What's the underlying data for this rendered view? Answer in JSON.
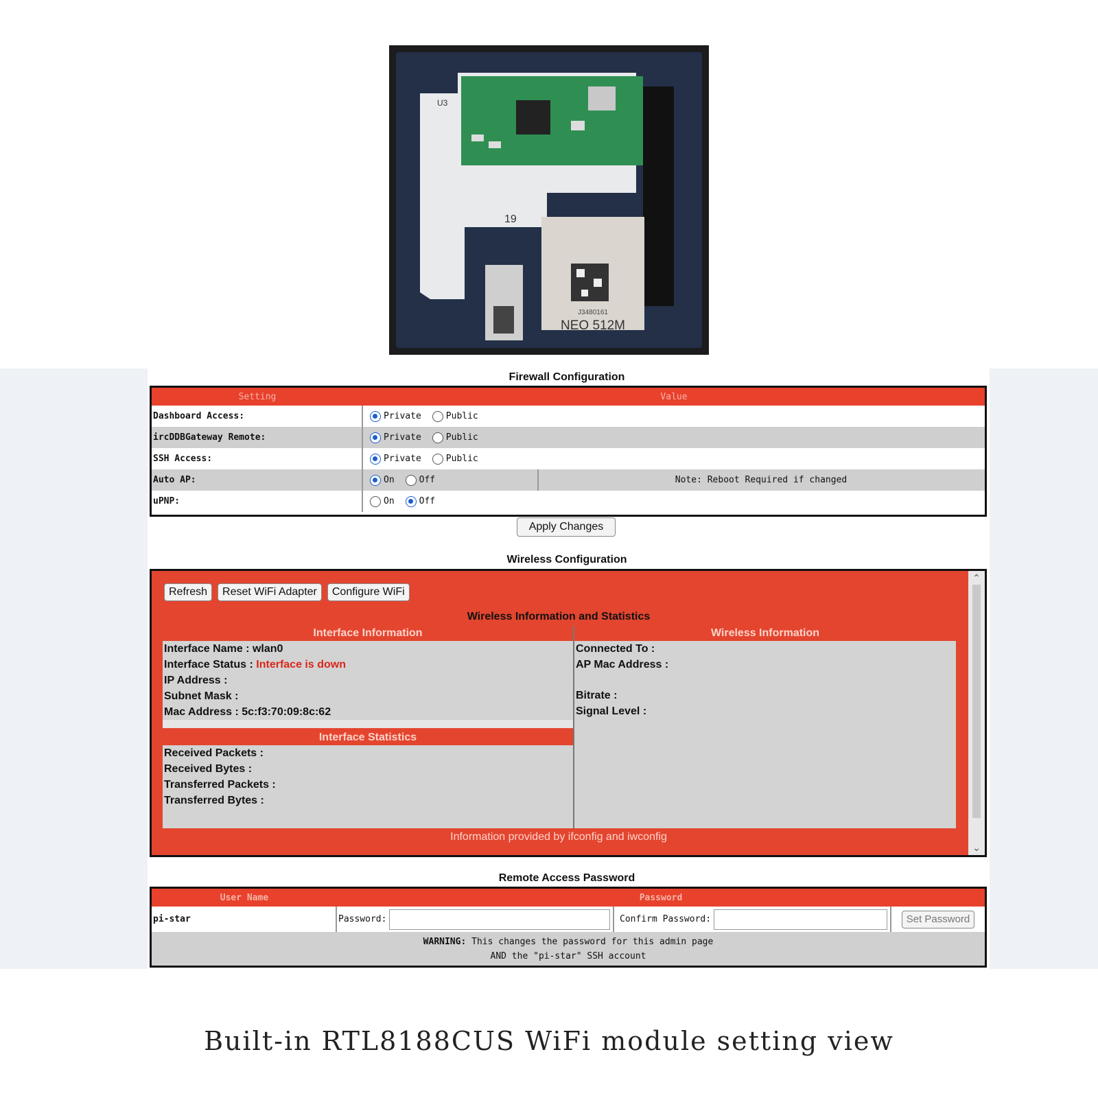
{
  "photo": {
    "chip_label": "NEO 512M",
    "chip_serial": "J3480161",
    "pin_label": "U3",
    "silk_label": "19"
  },
  "firewall": {
    "title": "Firewall Configuration",
    "headers": [
      "Setting",
      "Value"
    ],
    "rows": [
      {
        "label": "Dashboard Access:",
        "opt1": "Private",
        "opt2": "Public",
        "selected": 1
      },
      {
        "label": "ircDDBGateway Remote:",
        "opt1": "Private",
        "opt2": "Public",
        "selected": 1
      },
      {
        "label": "SSH Access:",
        "opt1": "Private",
        "opt2": "Public",
        "selected": 1
      },
      {
        "label": "Auto AP:",
        "opt1": "On",
        "opt2": "Off",
        "selected": 1,
        "note": "Note: Reboot Required if changed"
      },
      {
        "label": "uPNP:",
        "opt1": "On",
        "opt2": "Off",
        "selected": 2
      }
    ],
    "apply_label": "Apply Changes"
  },
  "wireless": {
    "title": "Wireless Configuration",
    "buttons": [
      "Refresh",
      "Reset WiFi Adapter",
      "Configure WiFi"
    ],
    "inner_title": "Wireless Information and Statistics",
    "interface_info_header": "Interface Information",
    "interface_name_label": "Interface Name :",
    "interface_name_value": "wlan0",
    "interface_status_label": "Interface Status :",
    "interface_status_value": "Interface is down",
    "ip_label": "IP Address :",
    "subnet_label": "Subnet Mask :",
    "mac_label": "Mac Address :",
    "mac_value": "5c:f3:70:09:8c:62",
    "stats_header": "Interface Statistics",
    "rx_packets_label": "Received Packets :",
    "rx_bytes_label": "Received Bytes :",
    "tx_packets_label": "Transferred Packets :",
    "tx_bytes_label": "Transferred Bytes :",
    "wireless_info_header": "Wireless Information",
    "connected_label": "Connected To :",
    "ap_mac_label": "AP Mac Address :",
    "bitrate_label": "Bitrate :",
    "signal_label": "Signal Level :",
    "footer": "Information provided by ifconfig and iwconfig"
  },
  "remote": {
    "title": "Remote Access Password",
    "headers": [
      "User Name",
      "Password"
    ],
    "username": "pi-star",
    "password_label": "Password:",
    "confirm_label": "Confirm Password:",
    "set_label": "Set Password",
    "warning_bold": "WARNING:",
    "warning_line1": "This changes the password for this admin page",
    "warning_line2": "AND the \"pi-star\" SSH account"
  },
  "caption": "Built-in RTL8188CUS WiFi module setting view",
  "colors": {
    "header_red": "#e8412c",
    "radio_blue": "#1a5fd0",
    "status_red": "#d8261a"
  }
}
